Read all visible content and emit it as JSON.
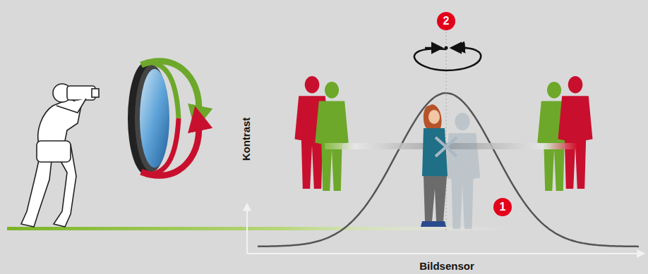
{
  "diagram": {
    "labels": [
      "2",
      "Kontrast",
      "Bildsensor",
      "1"
    ]
  }
}
